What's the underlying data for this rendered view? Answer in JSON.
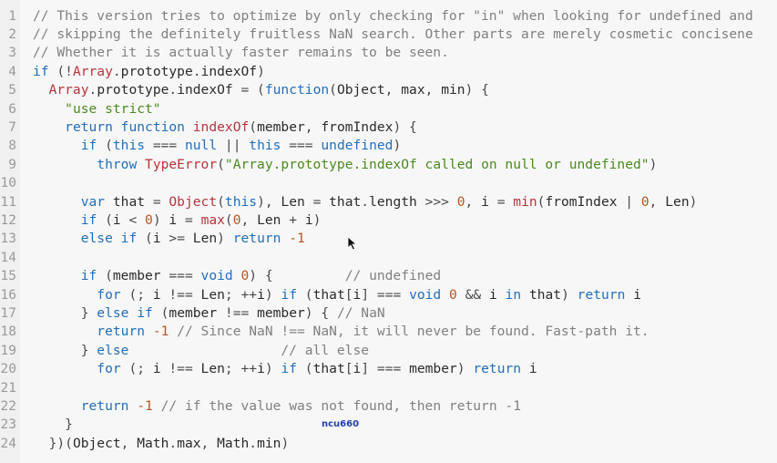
{
  "editor": {
    "colors": {
      "background": "#f7f7f7",
      "gutter": "#f0f0f0",
      "keyword": "#1e6fbf",
      "function": "#b8333b",
      "string": "#4b8a1e",
      "number": "#b5551d",
      "comment": "#808080",
      "identifier": "#2b2b2b"
    },
    "watermark": "ncu660",
    "line_numbers": [
      "1",
      "2",
      "3",
      "4",
      "5",
      "6",
      "7",
      "8",
      "9",
      "10",
      "11",
      "12",
      "13",
      "14",
      "15",
      "16",
      "17",
      "18",
      "19",
      "20",
      "21",
      "22",
      "23",
      "24"
    ],
    "lines": [
      {
        "tokens": [
          {
            "t": "cm",
            "v": "// This version tries to optimize by only checking for \"in\" when looking for undefined and"
          }
        ]
      },
      {
        "tokens": [
          {
            "t": "cm",
            "v": "// skipping the definitely fruitless NaN search. Other parts are merely cosmetic concisene"
          }
        ]
      },
      {
        "tokens": [
          {
            "t": "cm",
            "v": "// Whether it is actually faster remains to be seen."
          }
        ]
      },
      {
        "tokens": [
          {
            "t": "kw",
            "v": "if"
          },
          {
            "t": "pu",
            "v": " (!"
          },
          {
            "t": "fn",
            "v": "Array"
          },
          {
            "t": "pu",
            "v": "."
          },
          {
            "t": "id",
            "v": "prototype"
          },
          {
            "t": "pu",
            "v": "."
          },
          {
            "t": "id",
            "v": "indexOf"
          },
          {
            "t": "pu",
            "v": ")"
          }
        ]
      },
      {
        "tokens": [
          {
            "t": "pu",
            "v": "  "
          },
          {
            "t": "fn",
            "v": "Array"
          },
          {
            "t": "pu",
            "v": "."
          },
          {
            "t": "id",
            "v": "prototype"
          },
          {
            "t": "pu",
            "v": "."
          },
          {
            "t": "id",
            "v": "indexOf"
          },
          {
            "t": "pu",
            "v": " = ("
          },
          {
            "t": "kw",
            "v": "function"
          },
          {
            "t": "pu",
            "v": "("
          },
          {
            "t": "id",
            "v": "Object"
          },
          {
            "t": "pu",
            "v": ", "
          },
          {
            "t": "id",
            "v": "max"
          },
          {
            "t": "pu",
            "v": ", "
          },
          {
            "t": "id",
            "v": "min"
          },
          {
            "t": "pu",
            "v": ") {"
          }
        ]
      },
      {
        "tokens": [
          {
            "t": "pu",
            "v": "    "
          },
          {
            "t": "str",
            "v": "\"use strict\""
          }
        ]
      },
      {
        "tokens": [
          {
            "t": "pu",
            "v": "    "
          },
          {
            "t": "kw",
            "v": "return"
          },
          {
            "t": "pu",
            "v": " "
          },
          {
            "t": "kw",
            "v": "function"
          },
          {
            "t": "pu",
            "v": " "
          },
          {
            "t": "fn",
            "v": "indexOf"
          },
          {
            "t": "pu",
            "v": "("
          },
          {
            "t": "id",
            "v": "member"
          },
          {
            "t": "pu",
            "v": ", "
          },
          {
            "t": "id",
            "v": "fromIndex"
          },
          {
            "t": "pu",
            "v": ") {"
          }
        ]
      },
      {
        "tokens": [
          {
            "t": "pu",
            "v": "      "
          },
          {
            "t": "kw",
            "v": "if"
          },
          {
            "t": "pu",
            "v": " ("
          },
          {
            "t": "kw",
            "v": "this"
          },
          {
            "t": "pu",
            "v": " === "
          },
          {
            "t": "kw",
            "v": "null"
          },
          {
            "t": "pu",
            "v": " || "
          },
          {
            "t": "kw",
            "v": "this"
          },
          {
            "t": "pu",
            "v": " === "
          },
          {
            "t": "kw",
            "v": "undefined"
          },
          {
            "t": "pu",
            "v": ")"
          }
        ]
      },
      {
        "tokens": [
          {
            "t": "pu",
            "v": "        "
          },
          {
            "t": "kw",
            "v": "throw"
          },
          {
            "t": "pu",
            "v": " "
          },
          {
            "t": "fn",
            "v": "TypeError"
          },
          {
            "t": "pu",
            "v": "("
          },
          {
            "t": "str",
            "v": "\"Array.prototype.indexOf called on null or undefined\""
          },
          {
            "t": "pu",
            "v": ")"
          }
        ]
      },
      {
        "tokens": []
      },
      {
        "tokens": [
          {
            "t": "pu",
            "v": "      "
          },
          {
            "t": "kw",
            "v": "var"
          },
          {
            "t": "pu",
            "v": " "
          },
          {
            "t": "id",
            "v": "that"
          },
          {
            "t": "pu",
            "v": " = "
          },
          {
            "t": "fn",
            "v": "Object"
          },
          {
            "t": "pu",
            "v": "("
          },
          {
            "t": "kw",
            "v": "this"
          },
          {
            "t": "pu",
            "v": "), "
          },
          {
            "t": "id",
            "v": "Len"
          },
          {
            "t": "pu",
            "v": " = "
          },
          {
            "t": "id",
            "v": "that"
          },
          {
            "t": "pu",
            "v": "."
          },
          {
            "t": "id",
            "v": "length"
          },
          {
            "t": "pu",
            "v": " >>> "
          },
          {
            "t": "num",
            "v": "0"
          },
          {
            "t": "pu",
            "v": ", "
          },
          {
            "t": "id",
            "v": "i"
          },
          {
            "t": "pu",
            "v": " = "
          },
          {
            "t": "fn",
            "v": "min"
          },
          {
            "t": "pu",
            "v": "("
          },
          {
            "t": "id",
            "v": "fromIndex"
          },
          {
            "t": "pu",
            "v": " | "
          },
          {
            "t": "num",
            "v": "0"
          },
          {
            "t": "pu",
            "v": ", "
          },
          {
            "t": "id",
            "v": "Len"
          },
          {
            "t": "pu",
            "v": ")"
          }
        ]
      },
      {
        "tokens": [
          {
            "t": "pu",
            "v": "      "
          },
          {
            "t": "kw",
            "v": "if"
          },
          {
            "t": "pu",
            "v": " ("
          },
          {
            "t": "id",
            "v": "i"
          },
          {
            "t": "pu",
            "v": " < "
          },
          {
            "t": "num",
            "v": "0"
          },
          {
            "t": "pu",
            "v": ") "
          },
          {
            "t": "id",
            "v": "i"
          },
          {
            "t": "pu",
            "v": " = "
          },
          {
            "t": "fn",
            "v": "max"
          },
          {
            "t": "pu",
            "v": "("
          },
          {
            "t": "num",
            "v": "0"
          },
          {
            "t": "pu",
            "v": ", "
          },
          {
            "t": "id",
            "v": "Len"
          },
          {
            "t": "pu",
            "v": " + "
          },
          {
            "t": "id",
            "v": "i"
          },
          {
            "t": "pu",
            "v": ")"
          }
        ]
      },
      {
        "tokens": [
          {
            "t": "pu",
            "v": "      "
          },
          {
            "t": "kw",
            "v": "else"
          },
          {
            "t": "pu",
            "v": " "
          },
          {
            "t": "kw",
            "v": "if"
          },
          {
            "t": "pu",
            "v": " ("
          },
          {
            "t": "id",
            "v": "i"
          },
          {
            "t": "pu",
            "v": " >= "
          },
          {
            "t": "id",
            "v": "Len"
          },
          {
            "t": "pu",
            "v": ") "
          },
          {
            "t": "kw",
            "v": "return"
          },
          {
            "t": "pu",
            "v": " "
          },
          {
            "t": "num",
            "v": "-1"
          }
        ]
      },
      {
        "tokens": []
      },
      {
        "tokens": [
          {
            "t": "pu",
            "v": "      "
          },
          {
            "t": "kw",
            "v": "if"
          },
          {
            "t": "pu",
            "v": " ("
          },
          {
            "t": "id",
            "v": "member"
          },
          {
            "t": "pu",
            "v": " === "
          },
          {
            "t": "kw",
            "v": "void"
          },
          {
            "t": "pu",
            "v": " "
          },
          {
            "t": "num",
            "v": "0"
          },
          {
            "t": "pu",
            "v": ") {         "
          },
          {
            "t": "cm",
            "v": "// undefined"
          }
        ]
      },
      {
        "tokens": [
          {
            "t": "pu",
            "v": "        "
          },
          {
            "t": "kw",
            "v": "for"
          },
          {
            "t": "pu",
            "v": " (; "
          },
          {
            "t": "id",
            "v": "i"
          },
          {
            "t": "pu",
            "v": " !== "
          },
          {
            "t": "id",
            "v": "Len"
          },
          {
            "t": "pu",
            "v": "; ++"
          },
          {
            "t": "id",
            "v": "i"
          },
          {
            "t": "pu",
            "v": ") "
          },
          {
            "t": "kw",
            "v": "if"
          },
          {
            "t": "pu",
            "v": " ("
          },
          {
            "t": "id",
            "v": "that"
          },
          {
            "t": "pu",
            "v": "["
          },
          {
            "t": "id",
            "v": "i"
          },
          {
            "t": "pu",
            "v": "] === "
          },
          {
            "t": "kw",
            "v": "void"
          },
          {
            "t": "pu",
            "v": " "
          },
          {
            "t": "num",
            "v": "0"
          },
          {
            "t": "pu",
            "v": " && "
          },
          {
            "t": "id",
            "v": "i"
          },
          {
            "t": "pu",
            "v": " "
          },
          {
            "t": "kw",
            "v": "in"
          },
          {
            "t": "pu",
            "v": " "
          },
          {
            "t": "id",
            "v": "that"
          },
          {
            "t": "pu",
            "v": ") "
          },
          {
            "t": "kw",
            "v": "return"
          },
          {
            "t": "pu",
            "v": " "
          },
          {
            "t": "id",
            "v": "i"
          }
        ]
      },
      {
        "tokens": [
          {
            "t": "pu",
            "v": "      } "
          },
          {
            "t": "kw",
            "v": "else"
          },
          {
            "t": "pu",
            "v": " "
          },
          {
            "t": "kw",
            "v": "if"
          },
          {
            "t": "pu",
            "v": " ("
          },
          {
            "t": "id",
            "v": "member"
          },
          {
            "t": "pu",
            "v": " !== "
          },
          {
            "t": "id",
            "v": "member"
          },
          {
            "t": "pu",
            "v": ") { "
          },
          {
            "t": "cm",
            "v": "// NaN"
          }
        ]
      },
      {
        "tokens": [
          {
            "t": "pu",
            "v": "        "
          },
          {
            "t": "kw",
            "v": "return"
          },
          {
            "t": "pu",
            "v": " "
          },
          {
            "t": "num",
            "v": "-1"
          },
          {
            "t": "pu",
            "v": " "
          },
          {
            "t": "cm",
            "v": "// Since NaN !== NaN, it will never be found. Fast-path it."
          }
        ]
      },
      {
        "tokens": [
          {
            "t": "pu",
            "v": "      } "
          },
          {
            "t": "kw",
            "v": "else"
          },
          {
            "t": "pu",
            "v": "                   "
          },
          {
            "t": "cm",
            "v": "// all else"
          }
        ]
      },
      {
        "tokens": [
          {
            "t": "pu",
            "v": "        "
          },
          {
            "t": "kw",
            "v": "for"
          },
          {
            "t": "pu",
            "v": " (; "
          },
          {
            "t": "id",
            "v": "i"
          },
          {
            "t": "pu",
            "v": " !== "
          },
          {
            "t": "id",
            "v": "Len"
          },
          {
            "t": "pu",
            "v": "; ++"
          },
          {
            "t": "id",
            "v": "i"
          },
          {
            "t": "pu",
            "v": ") "
          },
          {
            "t": "kw",
            "v": "if"
          },
          {
            "t": "pu",
            "v": " ("
          },
          {
            "t": "id",
            "v": "that"
          },
          {
            "t": "pu",
            "v": "["
          },
          {
            "t": "id",
            "v": "i"
          },
          {
            "t": "pu",
            "v": "] === "
          },
          {
            "t": "id",
            "v": "member"
          },
          {
            "t": "pu",
            "v": ") "
          },
          {
            "t": "kw",
            "v": "return"
          },
          {
            "t": "pu",
            "v": " "
          },
          {
            "t": "id",
            "v": "i"
          }
        ]
      },
      {
        "tokens": []
      },
      {
        "tokens": [
          {
            "t": "pu",
            "v": "      "
          },
          {
            "t": "kw",
            "v": "return"
          },
          {
            "t": "pu",
            "v": " "
          },
          {
            "t": "num",
            "v": "-1"
          },
          {
            "t": "pu",
            "v": " "
          },
          {
            "t": "cm",
            "v": "// if the value was not found, then return -1"
          }
        ]
      },
      {
        "tokens": [
          {
            "t": "pu",
            "v": "    }"
          }
        ]
      },
      {
        "tokens": [
          {
            "t": "pu",
            "v": "  })("
          },
          {
            "t": "id",
            "v": "Object"
          },
          {
            "t": "pu",
            "v": ", "
          },
          {
            "t": "id",
            "v": "Math"
          },
          {
            "t": "pu",
            "v": "."
          },
          {
            "t": "id",
            "v": "max"
          },
          {
            "t": "pu",
            "v": ", "
          },
          {
            "t": "id",
            "v": "Math"
          },
          {
            "t": "pu",
            "v": "."
          },
          {
            "t": "id",
            "v": "min"
          },
          {
            "t": "pu",
            "v": ")"
          }
        ]
      }
    ]
  }
}
